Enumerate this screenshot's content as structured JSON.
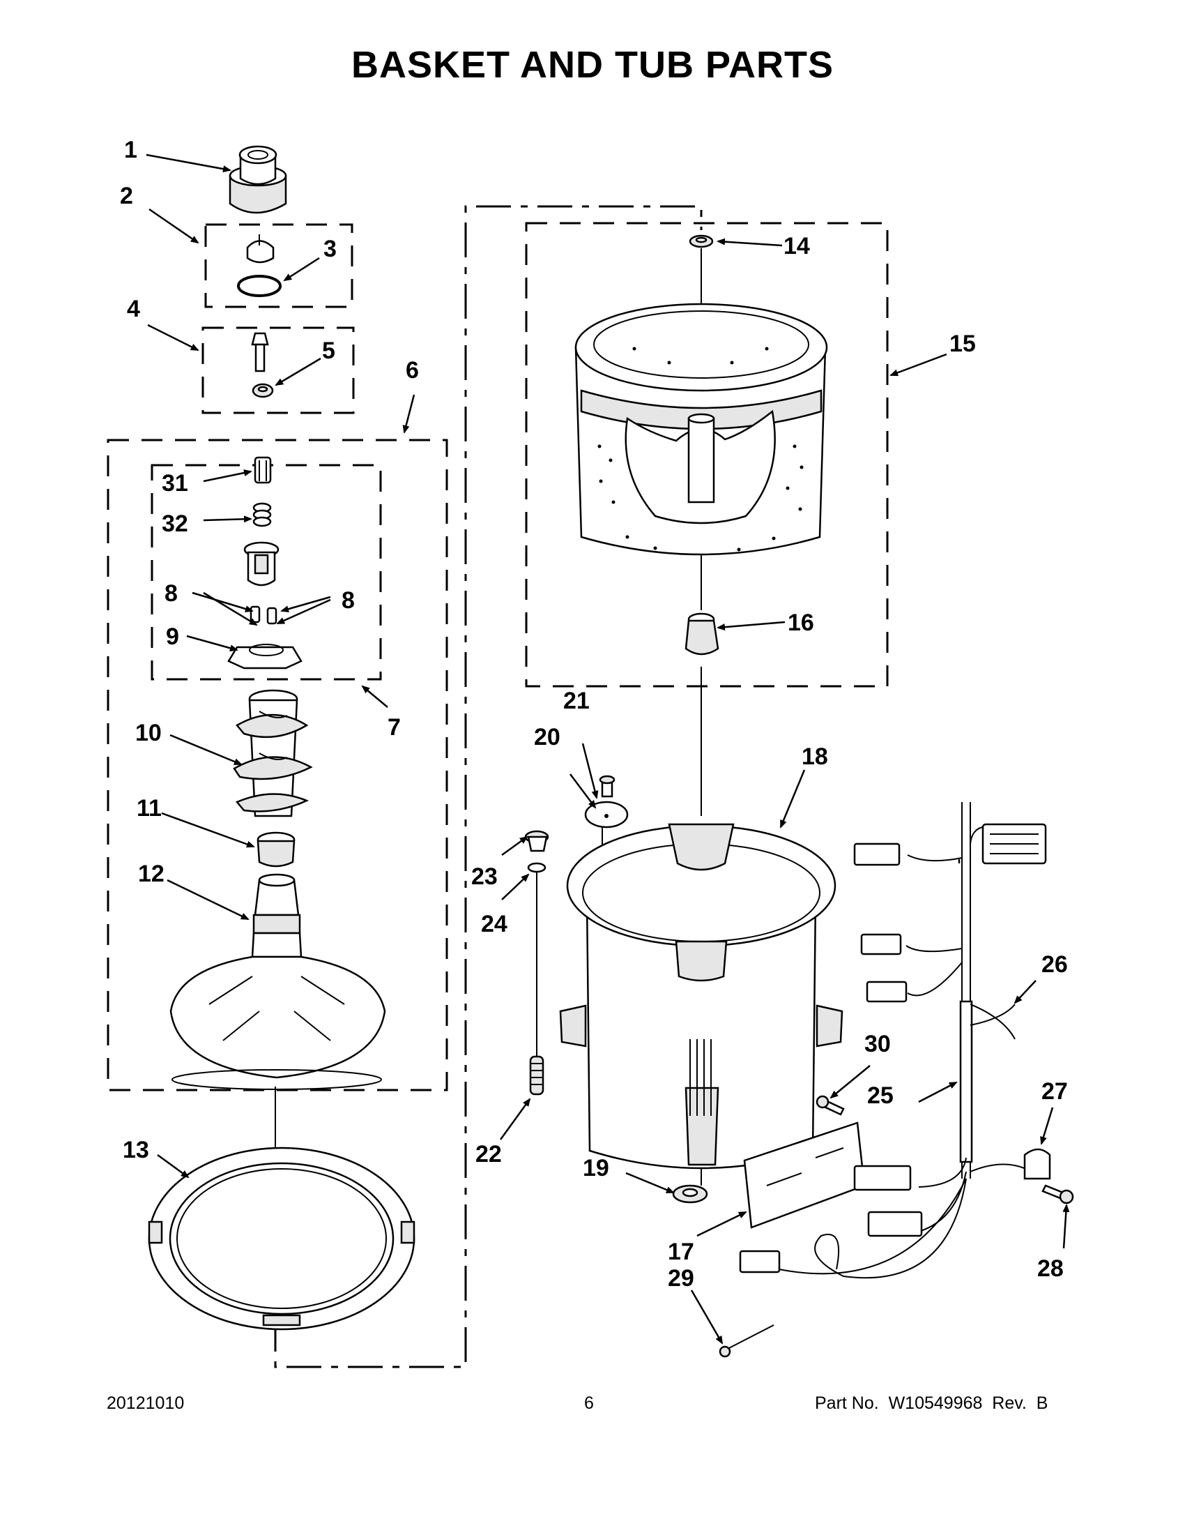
{
  "page": {
    "title": "BASKET AND TUB PARTS",
    "footer_date": "20121010",
    "footer_page": "6",
    "footer_part_no": "Part No.  W10549968  Rev.  B"
  },
  "callouts": {
    "c1": "1",
    "c2": "2",
    "c3": "3",
    "c4": "4",
    "c5": "5",
    "c6": "6",
    "c7": "7",
    "c8a": "8",
    "c8b": "8",
    "c9": "9",
    "c10": "10",
    "c11": "11",
    "c12": "12",
    "c13": "13",
    "c14": "14",
    "c15": "15",
    "c16": "16",
    "c17": "17",
    "c18": "18",
    "c19": "19",
    "c20": "20",
    "c21": "21",
    "c22": "22",
    "c23": "23",
    "c24": "24",
    "c25": "25",
    "c26": "26",
    "c27": "27",
    "c28": "28",
    "c29": "29",
    "c30": "30",
    "c31": "31",
    "c32": "32"
  }
}
